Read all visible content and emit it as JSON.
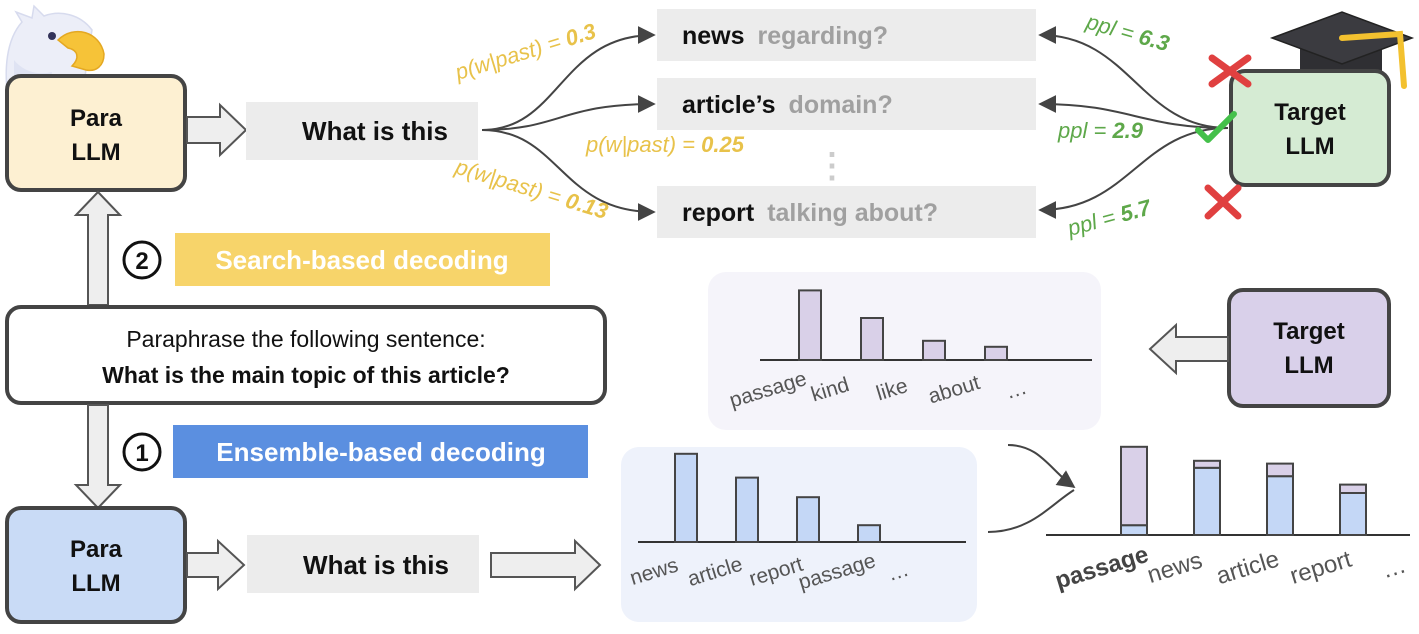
{
  "colors": {
    "yellow": "#e8c24a",
    "yellow_box": "#f7d46a",
    "blue_box": "#5b8fe0",
    "green": "#5ea84a",
    "red": "#e04040",
    "para_top_fill": "#fdf0d2",
    "para_bottom_fill": "#c9dbf6",
    "target_green_fill": "#d5ebd3",
    "target_purple_fill": "#d9d0ea",
    "gray_box": "#ececec",
    "gray_text": "#a0a0a0",
    "bar_blue": "#c4d7f6",
    "bar_purple": "#d9d0e8",
    "panel_purple": "#f5f4fa",
    "panel_blue": "#eef2fb"
  },
  "icons": [
    "bird-mascot-icon",
    "graduation-cap-icon",
    "check-icon",
    "cross-icon",
    "step-1-circle-icon",
    "step-2-circle-icon"
  ],
  "para_llm_top": {
    "line1": "Para",
    "line2": "LLM"
  },
  "para_llm_bottom": {
    "line1": "Para",
    "line2": "LLM"
  },
  "target_llm_green": {
    "line1": "Target",
    "line2": "LLM"
  },
  "target_llm_purple": {
    "line1": "Target",
    "line2": "LLM"
  },
  "prompt": {
    "line1": "Paraphrase the following sentence:",
    "line2": "What is the main topic of this article?"
  },
  "prefix_top": "What is this",
  "prefix_bottom": "What is this",
  "steps": {
    "search": {
      "number": "2",
      "label": "Search-based decoding"
    },
    "ensemble": {
      "number": "1",
      "label": "Ensemble-based decoding"
    }
  },
  "candidates": [
    {
      "word": "news",
      "rest": "regarding?",
      "prob": "p(w|past) = ",
      "prob_value": "0.3",
      "ppl": "ppl = ",
      "ppl_value": "6.3",
      "verdict": "cross"
    },
    {
      "word": "article’s",
      "rest": "domain?",
      "prob": "p(w|past) = ",
      "prob_value": "0.25",
      "ppl": "ppl = ",
      "ppl_value": "2.9",
      "verdict": "check"
    },
    {
      "word": "report",
      "rest": "talking about?",
      "prob": "p(w|past) = ",
      "prob_value": "0.13",
      "ppl": "ppl = ",
      "ppl_value": "5.7",
      "verdict": "cross"
    }
  ],
  "vertical_ellipsis": "⋮",
  "target_distribution": {
    "labels": [
      "passage",
      "kind",
      "like",
      "about",
      "…"
    ],
    "values": [
      0.58,
      0.35,
      0.16,
      0.11
    ]
  },
  "para_distribution": {
    "labels": [
      "news",
      "article",
      "report",
      "passage",
      "…"
    ],
    "values": [
      0.63,
      0.46,
      0.32,
      0.12
    ]
  },
  "ensemble_distribution": {
    "labels": [
      "passage",
      "news",
      "article",
      "report",
      "…"
    ],
    "blue": [
      0.07,
      0.48,
      0.42,
      0.3
    ],
    "purple": [
      0.56,
      0.05,
      0.09,
      0.06
    ]
  }
}
